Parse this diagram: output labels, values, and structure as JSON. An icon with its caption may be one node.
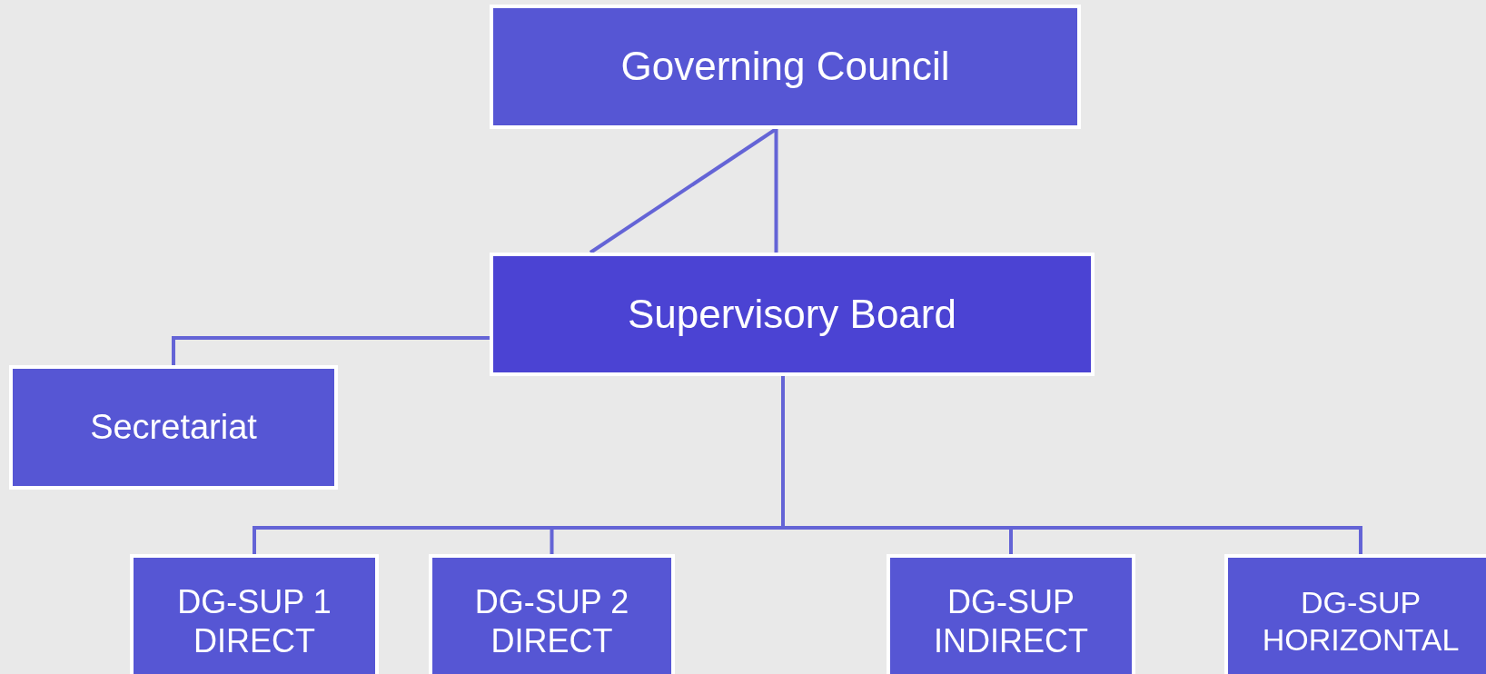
{
  "diagram": {
    "nodes": [
      {
        "text": [
          "Governing Council"
        ]
      },
      {
        "text": [
          "Supervisory Board"
        ]
      },
      {
        "text": [
          "Secretariat"
        ]
      },
      {
        "text": [
          "DG-SUP 1 DIRECT"
        ]
      },
      {
        "text": [
          "DG-SUP 2 DIRECT"
        ]
      },
      {
        "text": [
          "DG-SUP INDIRECT"
        ]
      },
      {
        "text": [
          "DG-SUP HORIZONTAL"
        ]
      }
    ],
    "edges": [
      {
        "from": 0,
        "to": 1,
        "arrow": "none"
      },
      {
        "from": 0,
        "to": 1,
        "arrow": "none"
      },
      {
        "from": 1,
        "to": 2,
        "arrow": "none"
      },
      {
        "from": 1,
        "to": 3,
        "arrow": "none"
      },
      {
        "from": 1,
        "to": 4,
        "arrow": "none"
      },
      {
        "from": 1,
        "to": 5,
        "arrow": "none"
      },
      {
        "from": 1,
        "to": 6,
        "arrow": "none"
      }
    ]
  }
}
